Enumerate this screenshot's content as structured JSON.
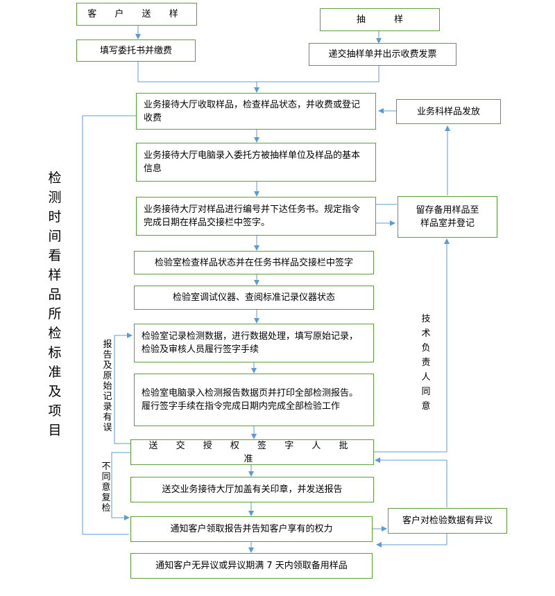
{
  "flow": {
    "customer_delivery": "客 户 送 样",
    "sampling": "抽          样",
    "fill_entrust": "填写委托书并缴费",
    "submit_sampling_sheet": "递交抽样单并出示收费发票",
    "reception_receive": "业务接待大厅收取样品，检查样品状态，并收费或登记收费",
    "dept_release": "业务科样品发放",
    "reception_input": "业务接待大厅电脑录入委托方被抽样单位及样品的基本信息",
    "reception_task": "业务接待大厅对样品进行编号并下达任务书。规定指令完成日期在样品交接栏中签字。",
    "retain_sample": "留存备用样品至样品室并登记",
    "lab_check": "检验室检查样品状态并在任务书样品交接栏中签字",
    "lab_debug": "检验室调试仪器、查阅标准记录仪器状态",
    "lab_record": "检验室记录检测数据，进行数据处理，填写原始记录，检验及审核人员履行签字手续",
    "lab_report": "检验室电脑录入检测报告数据页并打印全部检测报告。履行签字手续在指令完成日期内完成全部检验工作",
    "approve": "送 交 授 权 签 字 人 批 准",
    "send_stamp": "送交业务接待大厅加盖有关印章，并发送报告",
    "notify_rights": "通知客户领取报告并告知客户享有的权力",
    "customer_objection": "客户对检验数据有异议",
    "notify_pickup": "通知客户无异议或异议期满 7 天内领取备用样品"
  },
  "labels": {
    "side_title": "检测时间看样品所检标准及项目",
    "report_error": "报告及原始记录有误",
    "disagree_recheck": "不同意复检",
    "tech_agree": "技术负责人同意"
  },
  "colors": {
    "box_border": "#5aa037",
    "arrow": "#5b9bd5"
  }
}
